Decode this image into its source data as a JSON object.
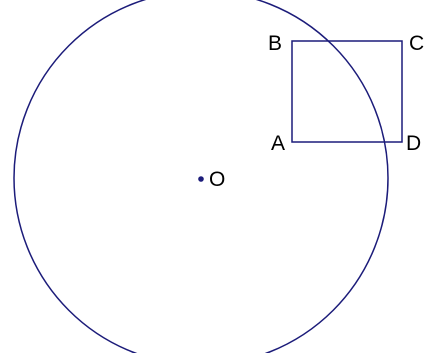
{
  "colors": {
    "stroke": "#1c1c7a",
    "label": "#000000",
    "background": "#ffffff"
  },
  "labels": {
    "center": "O",
    "a": "A",
    "b": "B",
    "c": "C",
    "d": "D"
  }
}
